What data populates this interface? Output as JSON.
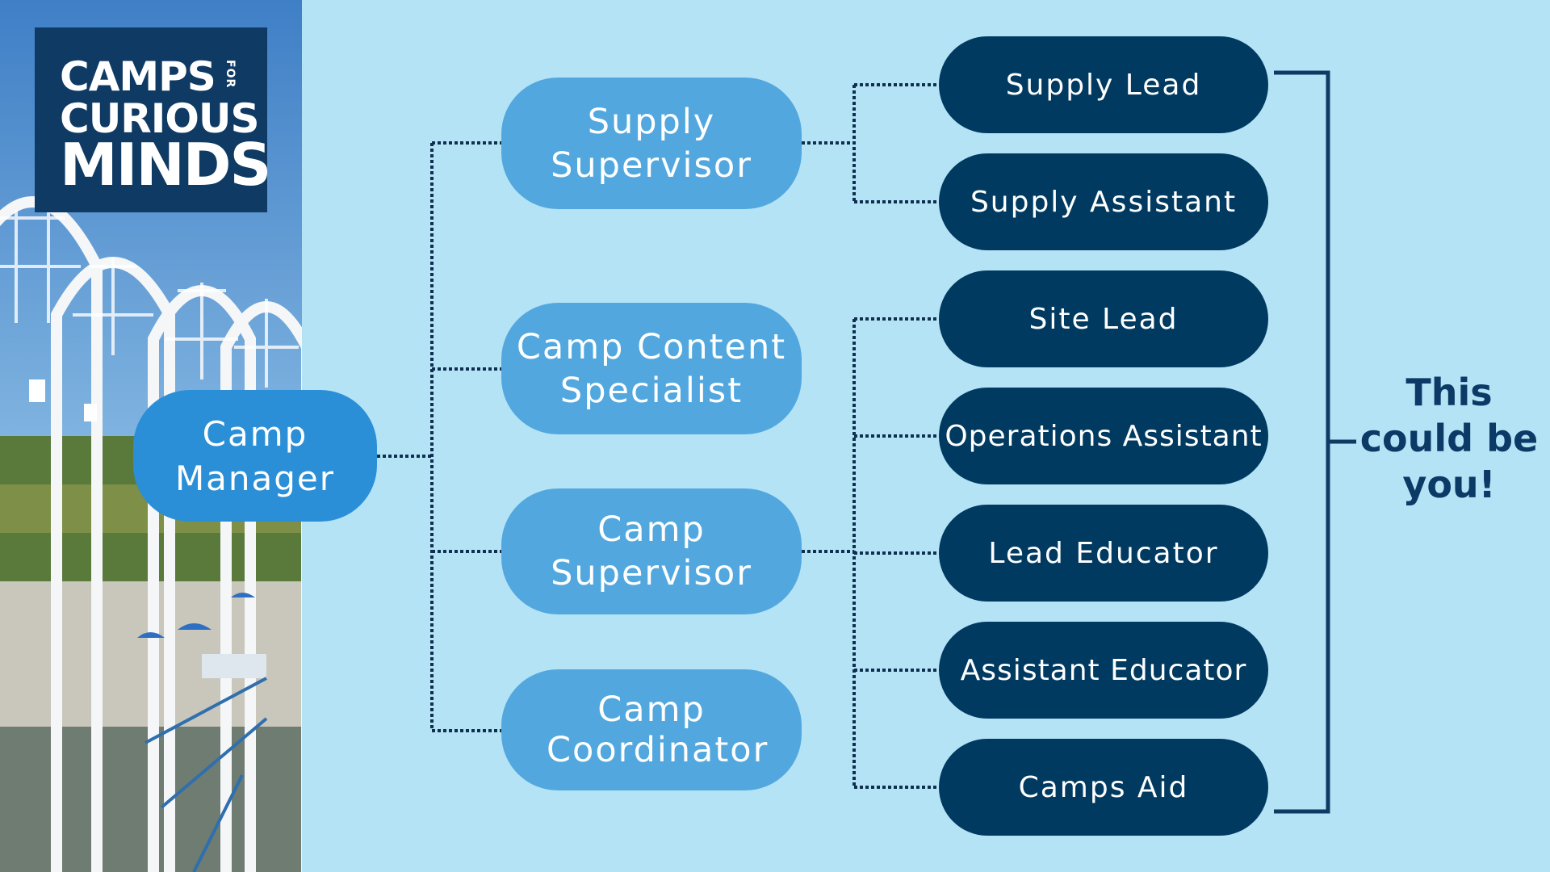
{
  "logo": {
    "line1": "CAMPS",
    "line2": "CURIOUS",
    "line3": "MINDS",
    "for": "FOR"
  },
  "manager": {
    "label": "Camp Manager"
  },
  "supervisors": {
    "supply": "Supply Supervisor",
    "content": "Camp Content Specialist",
    "camp": "Camp Supervisor",
    "coordinator": "Camp Coordinator"
  },
  "roles": [
    "Supply Lead",
    "Supply Assistant",
    "Site Lead",
    "Operations Assistant",
    "Lead Educator",
    "Assistant Educator",
    "Camps Aid"
  ],
  "tagline": "This could be you!",
  "colors": {
    "background": "#b5e3f6",
    "manager": "#2a8fd6",
    "supervisor": "#52a8de",
    "role": "#003a60",
    "connector": "#0f2f4f",
    "logo_bg": "#0f3a64"
  }
}
